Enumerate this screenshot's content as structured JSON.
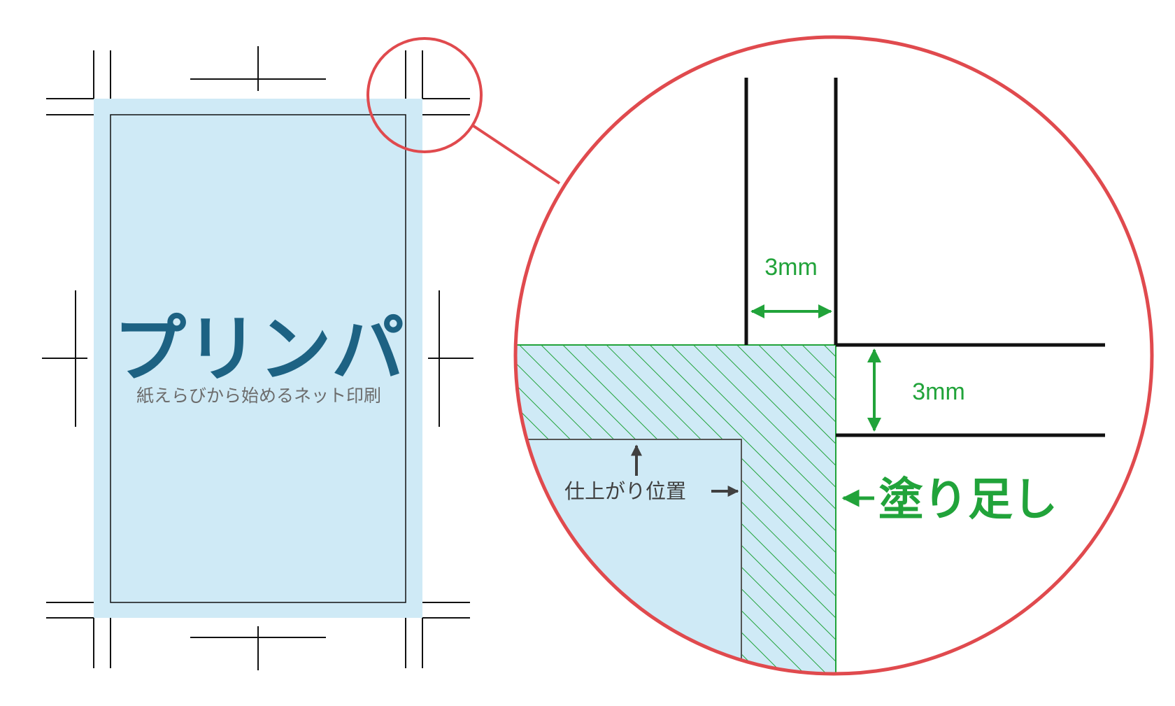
{
  "logo": {
    "brand": "プリンパ",
    "tagline": "紙えらびから始めるネット印刷"
  },
  "annotations": {
    "width_dimension": "3mm",
    "height_dimension": "3mm",
    "trim_label": "仕上がり位置",
    "bleed_label": "塗り足し"
  },
  "colors": {
    "card_fill": "#cfeaf6",
    "logo_color": "#1d6283",
    "tagline_color": "#6c6c6c",
    "accent_green": "#21a33a",
    "callout_red": "#e04a4e",
    "crop_mark": "#111111",
    "label_dark": "#404040"
  }
}
